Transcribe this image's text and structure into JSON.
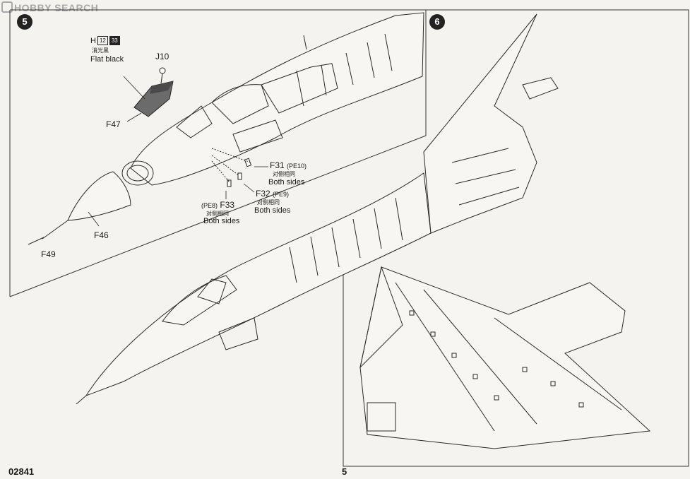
{
  "watermark": {
    "text": "HOBBY SEARCH"
  },
  "steps": {
    "left": "5",
    "right": "6"
  },
  "paint": {
    "letter": "H",
    "code_a": "12",
    "code_b": "33",
    "name_cn": "消光黑",
    "name_en": "Flat black"
  },
  "parts": {
    "j10": "J10",
    "f47": "F47",
    "f46": "F46",
    "f49": "F49",
    "f31": {
      "code": "F31",
      "pe": "(PE10)",
      "cn": "对侧相同",
      "en": "Both sides"
    },
    "f32": {
      "code": "F32",
      "pe": "(PE9)",
      "cn": "对侧相同",
      "en": "Both sides"
    },
    "f33": {
      "code": "F33",
      "pe": "(PE8)",
      "cn": "对侧相同",
      "en": "Both sides"
    }
  },
  "footer": {
    "kit_number": "02841",
    "page_number": "5"
  }
}
